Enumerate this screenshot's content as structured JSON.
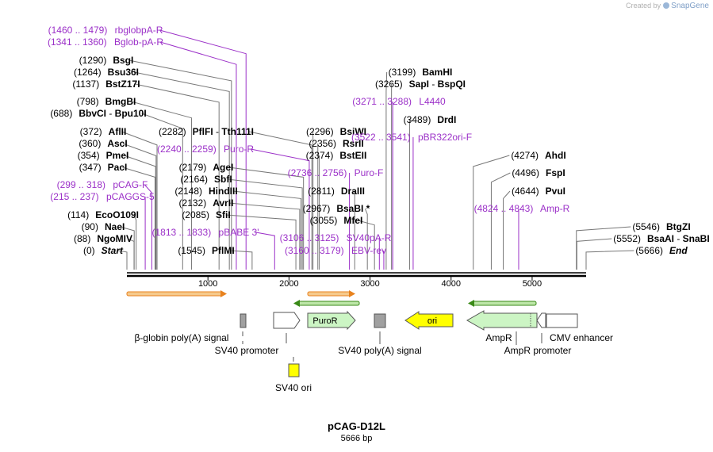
{
  "credit": {
    "prefix": "Created by",
    "brand": "SnapGene"
  },
  "plasmid": {
    "name": "pCAG-D12L",
    "size_label": "5666 bp",
    "length": 5666
  },
  "colors": {
    "enzyme": "#000000",
    "primer": "#9b30c8",
    "line": "#777777",
    "arrow_orange": "#e8821e",
    "arrow_green": "#3a8a18",
    "puro": "#ccf5c4",
    "ori": "#ffff00",
    "gray_feature": "#a0a0a0"
  },
  "ruler_ticks": [
    "1000",
    "2000",
    "3000",
    "4000",
    "5000"
  ],
  "ruler_values": [
    1000,
    2000,
    3000,
    4000,
    5000
  ],
  "sites": [
    {
      "kind": "enzyme",
      "pos": 0,
      "coord": "(0)",
      "name": "Start",
      "italic": true
    },
    {
      "kind": "enzyme",
      "pos": 88,
      "coord": "(88)",
      "name": "NgoMIV"
    },
    {
      "kind": "enzyme",
      "pos": 90,
      "coord": "(90)",
      "name": "NaeI"
    },
    {
      "kind": "enzyme",
      "pos": 114,
      "coord": "(114)",
      "name": "EcoO109I"
    },
    {
      "kind": "primer",
      "pos": 226,
      "coord": "(215 .. 237)",
      "name": "pCAGGS-5"
    },
    {
      "kind": "primer",
      "pos": 308,
      "coord": "(299 .. 318)",
      "name": "pCAG-F"
    },
    {
      "kind": "enzyme",
      "pos": 347,
      "coord": "(347)",
      "name": "PacI"
    },
    {
      "kind": "enzyme",
      "pos": 354,
      "coord": "(354)",
      "name": "PmeI"
    },
    {
      "kind": "enzyme",
      "pos": 360,
      "coord": "(360)",
      "name": "AscI"
    },
    {
      "kind": "enzyme",
      "pos": 372,
      "coord": "(372)",
      "name": "AflII"
    },
    {
      "kind": "enzyme",
      "pos": 688,
      "coord": "(688)",
      "name": "BbvCI",
      "name2": "Bpu10I"
    },
    {
      "kind": "enzyme",
      "pos": 798,
      "coord": "(798)",
      "name": "BmgBI"
    },
    {
      "kind": "enzyme",
      "pos": 1137,
      "coord": "(1137)",
      "name": "BstZ17I"
    },
    {
      "kind": "enzyme",
      "pos": 1264,
      "coord": "(1264)",
      "name": "Bsu36I"
    },
    {
      "kind": "enzyme",
      "pos": 1290,
      "coord": "(1290)",
      "name": "BsgI"
    },
    {
      "kind": "primer",
      "pos": 1350,
      "coord": "(1341 .. 1360)",
      "name": "Bglob-pA-R"
    },
    {
      "kind": "primer",
      "pos": 1470,
      "coord": "(1460 .. 1479)",
      "name": "rbglobpA-R"
    },
    {
      "kind": "enzyme",
      "pos": 1545,
      "coord": "(1545)",
      "name": "PflMI"
    },
    {
      "kind": "primer",
      "pos": 1823,
      "coord": "(1813 .. 1833)",
      "name": "pBABE 3'"
    },
    {
      "kind": "enzyme",
      "pos": 2085,
      "coord": "(2085)",
      "name": "SfiI"
    },
    {
      "kind": "enzyme",
      "pos": 2132,
      "coord": "(2132)",
      "name": "AvrII"
    },
    {
      "kind": "enzyme",
      "pos": 2148,
      "coord": "(2148)",
      "name": "HindIII"
    },
    {
      "kind": "enzyme",
      "pos": 2164,
      "coord": "(2164)",
      "name": "SbfI"
    },
    {
      "kind": "enzyme",
      "pos": 2179,
      "coord": "(2179)",
      "name": "AgeI"
    },
    {
      "kind": "primer",
      "pos": 2250,
      "coord": "(2240 .. 2259)",
      "name": "Puro-R"
    },
    {
      "kind": "enzyme",
      "pos": 2282,
      "coord": "(2282)",
      "name": "PflFI",
      "name2": "Tth111I"
    },
    {
      "kind": "enzyme",
      "pos": 2296,
      "coord": "(2296)",
      "name": "BsiWI"
    },
    {
      "kind": "enzyme",
      "pos": 2356,
      "coord": "(2356)",
      "name": "RsrII"
    },
    {
      "kind": "enzyme",
      "pos": 2374,
      "coord": "(2374)",
      "name": "BstEII"
    },
    {
      "kind": "primer",
      "pos": 2746,
      "coord": "(2736 .. 2756)",
      "name": "Puro-F"
    },
    {
      "kind": "enzyme",
      "pos": 2811,
      "coord": "(2811)",
      "name": "DraIII"
    },
    {
      "kind": "enzyme",
      "pos": 2967,
      "coord": "(2967)",
      "name": "BsaBI",
      "star": "*"
    },
    {
      "kind": "enzyme",
      "pos": 3055,
      "coord": "(3055)",
      "name": "MfeI"
    },
    {
      "kind": "primer",
      "pos": 3115,
      "coord": "(3106 .. 3125)",
      "name": "SV40pA-R"
    },
    {
      "kind": "primer",
      "pos": 3170,
      "coord": "(3160 .. 3179)",
      "name": "EBV-rev"
    },
    {
      "kind": "enzyme",
      "pos": 3199,
      "coord": "(3199)",
      "name": "BamHI"
    },
    {
      "kind": "enzyme",
      "pos": 3265,
      "coord": "(3265)",
      "name": "SapI",
      "name2": "BspQI"
    },
    {
      "kind": "primer",
      "pos": 3280,
      "coord": "(3271 .. 3288)",
      "name": "L4440"
    },
    {
      "kind": "enzyme",
      "pos": 3489,
      "coord": "(3489)",
      "name": "DrdI"
    },
    {
      "kind": "primer",
      "pos": 3532,
      "coord": "(3522 .. 3541)",
      "name": "pBR322ori-F"
    },
    {
      "kind": "enzyme",
      "pos": 4274,
      "coord": "(4274)",
      "name": "AhdI"
    },
    {
      "kind": "enzyme",
      "pos": 4496,
      "coord": "(4496)",
      "name": "FspI"
    },
    {
      "kind": "enzyme",
      "pos": 4644,
      "coord": "(4644)",
      "name": "PvuI"
    },
    {
      "kind": "primer",
      "pos": 4834,
      "coord": "(4824 .. 4843)",
      "name": "Amp-R"
    },
    {
      "kind": "enzyme",
      "pos": 5546,
      "coord": "(5546)",
      "name": "BtgZI"
    },
    {
      "kind": "enzyme",
      "pos": 5552,
      "coord": "(5552)",
      "name": "BsaAI",
      "name2": "SnaBI"
    },
    {
      "kind": "enzyme",
      "pos": 5666,
      "coord": "(5666)",
      "name": "End",
      "italic": true
    }
  ],
  "features": [
    {
      "name": "β-globin poly(A) signal",
      "type": "box",
      "color": "#a0a0a0"
    },
    {
      "name": "SV40 promoter",
      "type": "arrow-right",
      "color": "#ffffff"
    },
    {
      "name": "PuroR",
      "type": "arrow-right",
      "color": "#ccf5c4",
      "inner_label": "PuroR"
    },
    {
      "name": "SV40 poly(A) signal",
      "type": "box",
      "color": "#a0a0a0"
    },
    {
      "name": "ori",
      "type": "arrow-left",
      "color": "#ffff00",
      "inner_label": "ori"
    },
    {
      "name": "AmpR",
      "type": "arrow-left",
      "color": "#ccf5c4"
    },
    {
      "name": "AmpR promoter",
      "type": "arrow-left",
      "color": "#ffffff"
    },
    {
      "name": "CMV enhancer",
      "type": "box",
      "color": "#ffffff"
    },
    {
      "name": "SV40 ori",
      "type": "box",
      "color": "#ffff00"
    }
  ],
  "orfs": [
    {
      "direction": "forward",
      "color": "#e8821e"
    },
    {
      "direction": "forward",
      "color": "#e8821e"
    },
    {
      "direction": "reverse",
      "color": "#3a8a18"
    },
    {
      "direction": "reverse",
      "color": "#3a8a18"
    }
  ]
}
